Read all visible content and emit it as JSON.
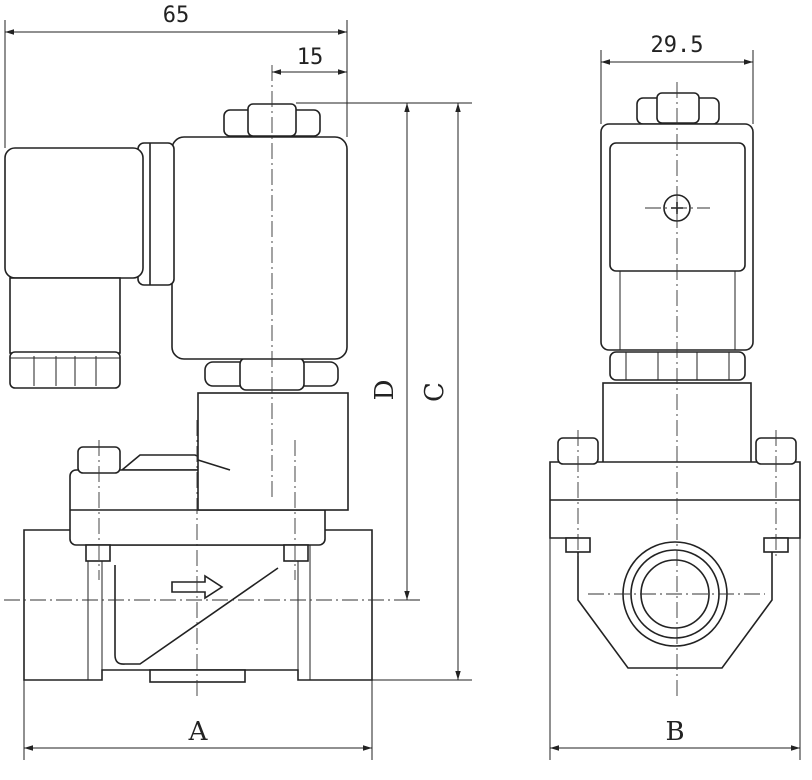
{
  "dimensions": {
    "overall_width": "65",
    "offset": "15",
    "coil_width": "29.5",
    "height_d": "D",
    "height_c": "C",
    "length_a": "A",
    "width_b": "B"
  }
}
